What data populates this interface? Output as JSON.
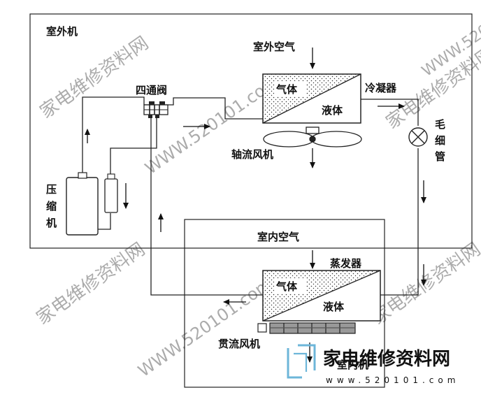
{
  "diagram": {
    "labels": {
      "outdoor_unit": "室外机",
      "indoor_unit": "室内机",
      "outdoor_air": "室外空气",
      "indoor_air": "室内空气",
      "four_way_valve": "四通阀",
      "condenser": "冷凝器",
      "evaporator": "蒸发器",
      "axial_fan": "轴流风机",
      "crossflow_fan": "贯流风机",
      "compressor_chars": [
        "压",
        "缩",
        "机"
      ],
      "capillary_chars": [
        "毛",
        "细",
        "管"
      ],
      "gas": "气体",
      "liquid": "液体"
    }
  },
  "watermark": {
    "logo_text": "家电维修资料网",
    "url_text": "www.520101.com",
    "diagonal_cn": "家电维修资料网",
    "diagonal_url": "WWW.520101.com",
    "color": "#6db6d9"
  }
}
